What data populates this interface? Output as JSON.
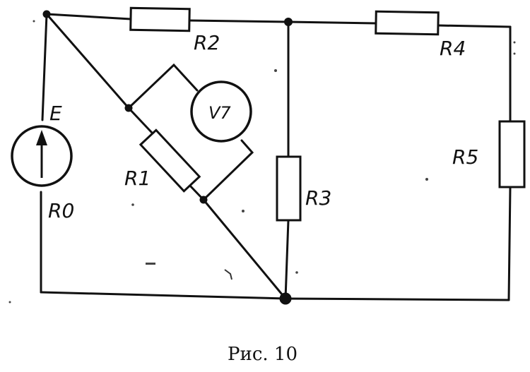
{
  "diagram": {
    "caption": "Рис. 10",
    "labels": {
      "E": "E",
      "R0": "R0",
      "R1": "R1",
      "R2": "R2",
      "R3": "R3",
      "R4": "R4",
      "R5": "R5",
      "voltmeter": "V7"
    }
  }
}
